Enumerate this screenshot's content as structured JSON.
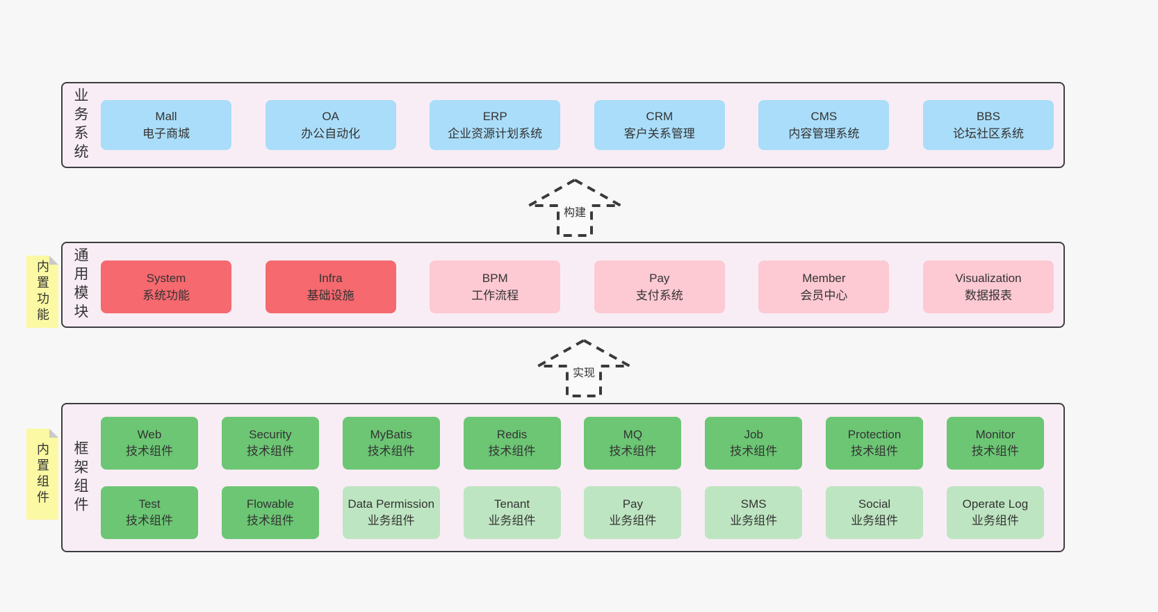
{
  "colors": {
    "page_bg": "#f7f7f7",
    "band_bg": "#f8edf5",
    "band_border": "#3d3d3d",
    "blue": "#aaddf9",
    "red": "#f5696f",
    "pink": "#fdc9d3",
    "green": "#6cc674",
    "light_green": "#bee5c1",
    "sticky_bg": "#fbf9a3",
    "sticky_fold": "#c9c9c9",
    "text": "#333333"
  },
  "arrows": [
    {
      "label": "构建"
    },
    {
      "label": "实现"
    }
  ],
  "bands": [
    {
      "label": "业务系统",
      "sticky": null,
      "rows": [
        [
          {
            "name": "Mall",
            "desc": "电子商城",
            "color": "blue"
          },
          {
            "name": "OA",
            "desc": "办公自动化",
            "color": "blue"
          },
          {
            "name": "ERP",
            "desc": "企业资源计划系统",
            "color": "blue"
          },
          {
            "name": "CRM",
            "desc": "客户关系管理",
            "color": "blue"
          },
          {
            "name": "CMS",
            "desc": "内容管理系统",
            "color": "blue"
          },
          {
            "name": "BBS",
            "desc": "论坛社区系统",
            "color": "blue"
          }
        ]
      ]
    },
    {
      "label": "通用模块",
      "sticky": "内置功能",
      "rows": [
        [
          {
            "name": "System",
            "desc": "系统功能",
            "color": "red"
          },
          {
            "name": "Infra",
            "desc": "基础设施",
            "color": "red"
          },
          {
            "name": "BPM",
            "desc": "工作流程",
            "color": "pink"
          },
          {
            "name": "Pay",
            "desc": "支付系统",
            "color": "pink"
          },
          {
            "name": "Member",
            "desc": "会员中心",
            "color": "pink"
          },
          {
            "name": "Visualization",
            "desc": "数据报表",
            "color": "pink"
          }
        ]
      ]
    },
    {
      "label": "框架组件",
      "sticky": "内置组件",
      "rows": [
        [
          {
            "name": "Web",
            "desc": "技术组件",
            "color": "green"
          },
          {
            "name": "Security",
            "desc": "技术组件",
            "color": "green"
          },
          {
            "name": "MyBatis",
            "desc": "技术组件",
            "color": "green"
          },
          {
            "name": "Redis",
            "desc": "技术组件",
            "color": "green"
          },
          {
            "name": "MQ",
            "desc": "技术组件",
            "color": "green"
          },
          {
            "name": "Job",
            "desc": "技术组件",
            "color": "green"
          },
          {
            "name": "Protection",
            "desc": "技术组件",
            "color": "green"
          },
          {
            "name": "Monitor",
            "desc": "技术组件",
            "color": "green"
          }
        ],
        [
          {
            "name": "Test",
            "desc": "技术组件",
            "color": "green"
          },
          {
            "name": "Flowable",
            "desc": "技术组件",
            "color": "green"
          },
          {
            "name": "Data Permission",
            "desc": "业务组件",
            "color": "light_green"
          },
          {
            "name": "Tenant",
            "desc": "业务组件",
            "color": "light_green"
          },
          {
            "name": "Pay",
            "desc": "业务组件",
            "color": "light_green"
          },
          {
            "name": "SMS",
            "desc": "业务组件",
            "color": "light_green"
          },
          {
            "name": "Social",
            "desc": "业务组件",
            "color": "light_green"
          },
          {
            "name": "Operate Log",
            "desc": "业务组件",
            "color": "light_green"
          }
        ]
      ]
    }
  ]
}
